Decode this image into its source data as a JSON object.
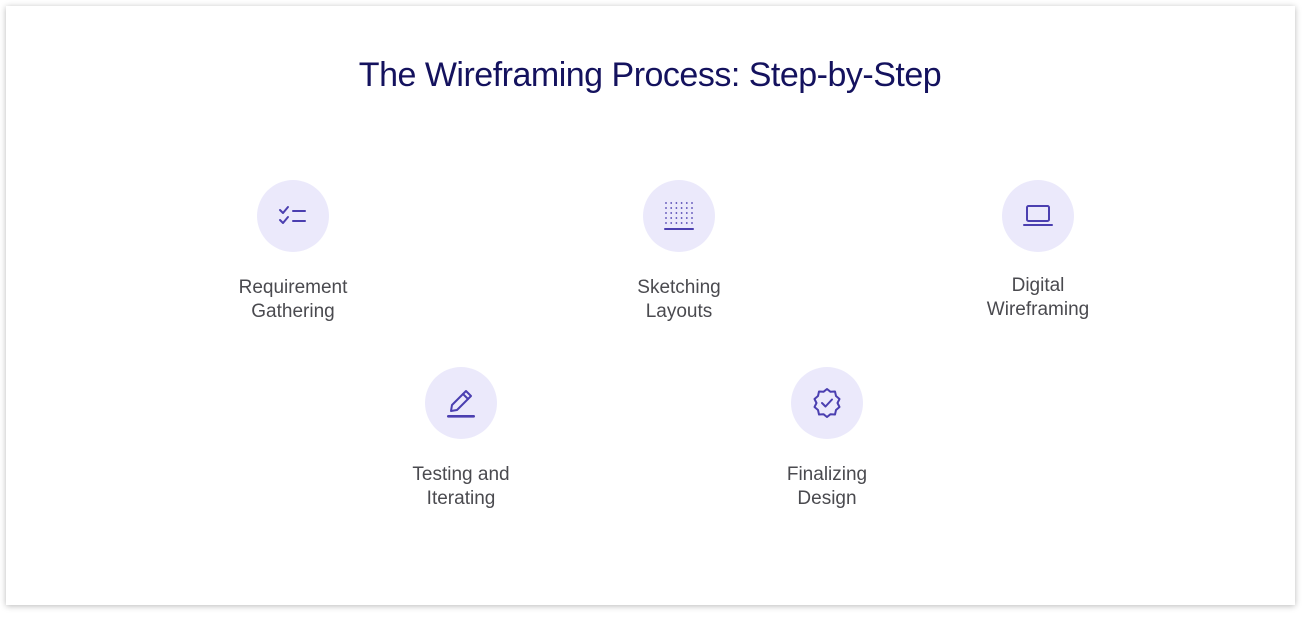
{
  "title": "The Wireframing Process: Step-by-Step",
  "steps": [
    {
      "icon": "checklist-icon",
      "label_line1": "Requirement",
      "label_line2": "Gathering"
    },
    {
      "icon": "dot-grid-icon",
      "label_line1": "Sketching",
      "label_line2": "Layouts"
    },
    {
      "icon": "laptop-icon",
      "label_line1": "Digital",
      "label_line2": "Wireframing"
    },
    {
      "icon": "pencil-icon",
      "label_line1": "Testing and",
      "label_line2": "Iterating"
    },
    {
      "icon": "badge-check-icon",
      "label_line1": "Finalizing",
      "label_line2": "Design"
    }
  ],
  "colors": {
    "title": "#14125e",
    "icon_bg": "#ebe9fb",
    "icon_stroke": "#4b3fb0",
    "label": "#4a4a4f"
  }
}
